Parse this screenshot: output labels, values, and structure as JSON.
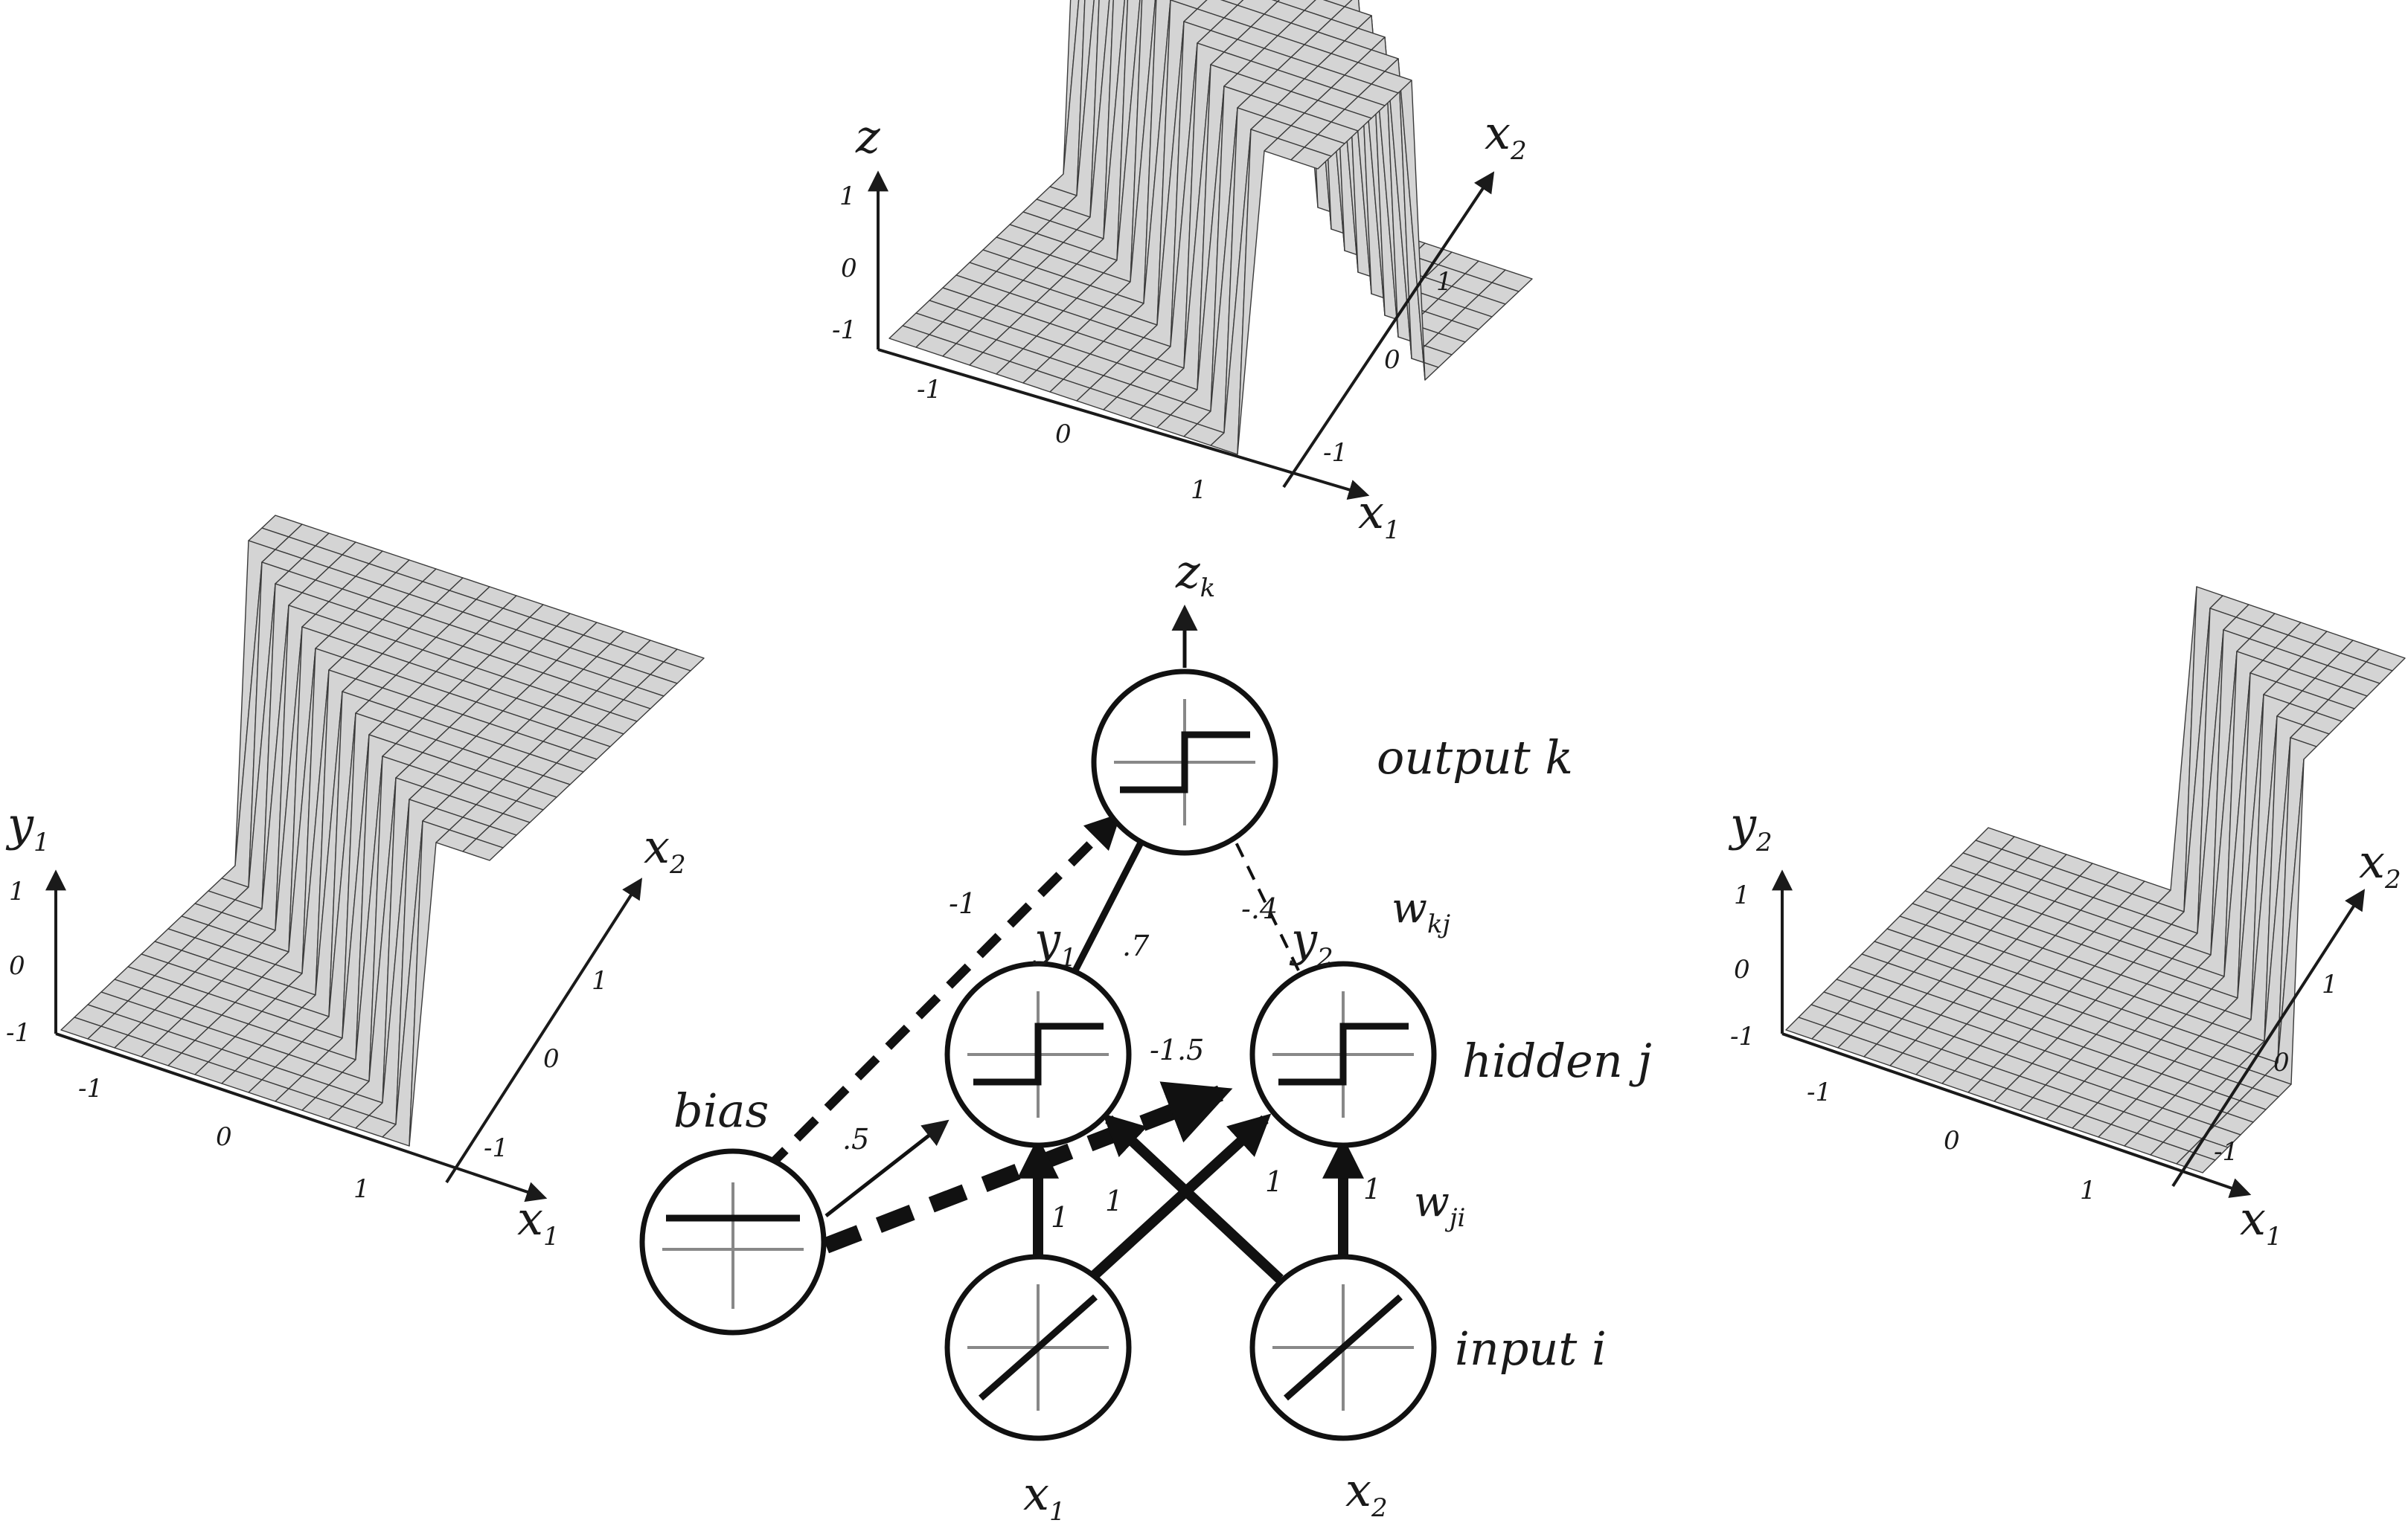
{
  "plots": {
    "top": {
      "axis_z": "z",
      "axis_x1": "x",
      "axis_x1_sub": "1",
      "axis_x2": "x",
      "axis_x2_sub": "2",
      "z_ticks": [
        "1",
        "0",
        "-1"
      ],
      "x1_ticks": [
        "-1",
        "0",
        "1"
      ],
      "x2_ticks": [
        "-1",
        "0",
        "1"
      ]
    },
    "left": {
      "axis_z": "y",
      "axis_z_sub": "1",
      "axis_x1": "x",
      "axis_x1_sub": "1",
      "axis_x2": "x",
      "axis_x2_sub": "2",
      "z_ticks": [
        "1",
        "0",
        "-1"
      ],
      "x1_ticks": [
        "-1",
        "0",
        "1"
      ],
      "x2_ticks": [
        "-1",
        "0",
        "1"
      ]
    },
    "right": {
      "axis_z": "y",
      "axis_z_sub": "2",
      "axis_x1": "x",
      "axis_x1_sub": "1",
      "axis_x2": "x",
      "axis_x2_sub": "2",
      "z_ticks": [
        "1",
        "0",
        "-1"
      ],
      "x1_ticks": [
        "-1",
        "0",
        "1"
      ],
      "x2_ticks": [
        "-1",
        "0",
        "1"
      ]
    }
  },
  "network": {
    "output_label": "z",
    "output_sub": "k",
    "layer_output": "output k",
    "layer_hidden": "hidden j",
    "layer_input": "input i",
    "bias_label": "bias",
    "hidden1": "y",
    "hidden1_sub": "1",
    "hidden2": "y",
    "hidden2_sub": "2",
    "input1": "x",
    "input1_sub": "1",
    "input2": "x",
    "input2_sub": "2",
    "w_kj": "w",
    "w_kj_sub": "kj",
    "w_ji": "w",
    "w_ji_sub": "ji",
    "weights": {
      "bias_to_output": "-1",
      "y1_to_output": ".7",
      "y2_to_output": "-.4",
      "bias_to_y1": ".5",
      "bias_to_y2": "-1.5",
      "x1_to_y1": "1",
      "x1_to_y2": "1",
      "x2_to_y1": "1",
      "x2_to_y2": "1"
    }
  }
}
